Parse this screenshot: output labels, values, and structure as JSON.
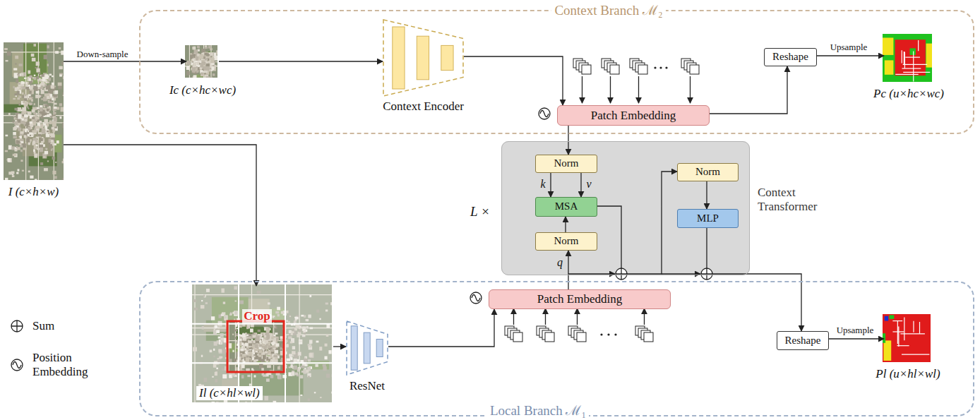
{
  "diagram": {
    "nodes": [
      {
        "text": [
          "Context Branch ℳ₂"
        ]
      },
      {
        "text": [
          "Ic (c×hc×wc)"
        ],
        "in": 0
      },
      {
        "text": [
          "Context Encoder"
        ],
        "in": 0
      },
      {
        "text": [
          "Patch Embedding"
        ],
        "in": 0
      },
      {
        "text": [
          "Reshape"
        ],
        "in": 0
      },
      {
        "text": [
          "Pc (u×hc×wc)"
        ],
        "in": 0
      },
      {
        "text": [
          "I (c×h×w)"
        ]
      },
      {
        "text": [
          "Context Transformer"
        ]
      },
      {
        "text": [
          "Norm"
        ],
        "in": 7
      },
      {
        "text": [
          "MSA"
        ],
        "in": 7
      },
      {
        "text": [
          "Norm"
        ],
        "in": 7
      },
      {
        "text": [
          "Norm"
        ],
        "in": 7
      },
      {
        "text": [
          "MLP"
        ],
        "in": 7
      },
      {
        "text": [
          "Local Branch ℳ₁"
        ]
      },
      {
        "text": [
          "Crop",
          "Il (c×hl×wl)"
        ],
        "in": 13
      },
      {
        "text": [
          "ResNet"
        ],
        "in": 13
      },
      {
        "text": [
          "Patch Embedding"
        ],
        "in": 13
      },
      {
        "text": [
          "Reshape"
        ],
        "in": 13
      },
      {
        "text": [
          "Pl (u×hl×wl)"
        ],
        "in": 13
      }
    ],
    "edges": [
      {
        "from": 6,
        "to": 1,
        "arrow": "to",
        "label": "Down-sample"
      },
      {
        "from": 1,
        "to": 2,
        "arrow": "to"
      },
      {
        "from": 2,
        "to": 3,
        "arrow": "to"
      },
      {
        "from": 3,
        "to": 8,
        "arrow": "to"
      },
      {
        "from": 3,
        "to": 4,
        "arrow": "to"
      },
      {
        "from": 4,
        "to": 5,
        "arrow": "to",
        "label": "Upsample"
      },
      {
        "from": 8,
        "to": 9,
        "arrow": "to",
        "label": "k"
      },
      {
        "from": 8,
        "to": 9,
        "arrow": "to",
        "label": "v"
      },
      {
        "from": 10,
        "to": 9,
        "arrow": "to"
      },
      {
        "from": 9,
        "to": 11,
        "arrow": "to"
      },
      {
        "from": 11,
        "to": 12,
        "arrow": "to"
      },
      {
        "from": 12,
        "to": 17,
        "arrow": "to"
      },
      {
        "from": 16,
        "to": 10,
        "arrow": "to",
        "label": "q"
      },
      {
        "from": 6,
        "to": 14,
        "arrow": "to"
      },
      {
        "from": 14,
        "to": 15,
        "arrow": "to"
      },
      {
        "from": 15,
        "to": 16,
        "arrow": "to"
      },
      {
        "from": 17,
        "to": 18,
        "arrow": "to",
        "label": "Upsample"
      }
    ],
    "labels": [
      "L ×"
    ],
    "legend": [
      {
        "text": "Sum"
      },
      {
        "text": "Position Embedding"
      }
    ]
  }
}
